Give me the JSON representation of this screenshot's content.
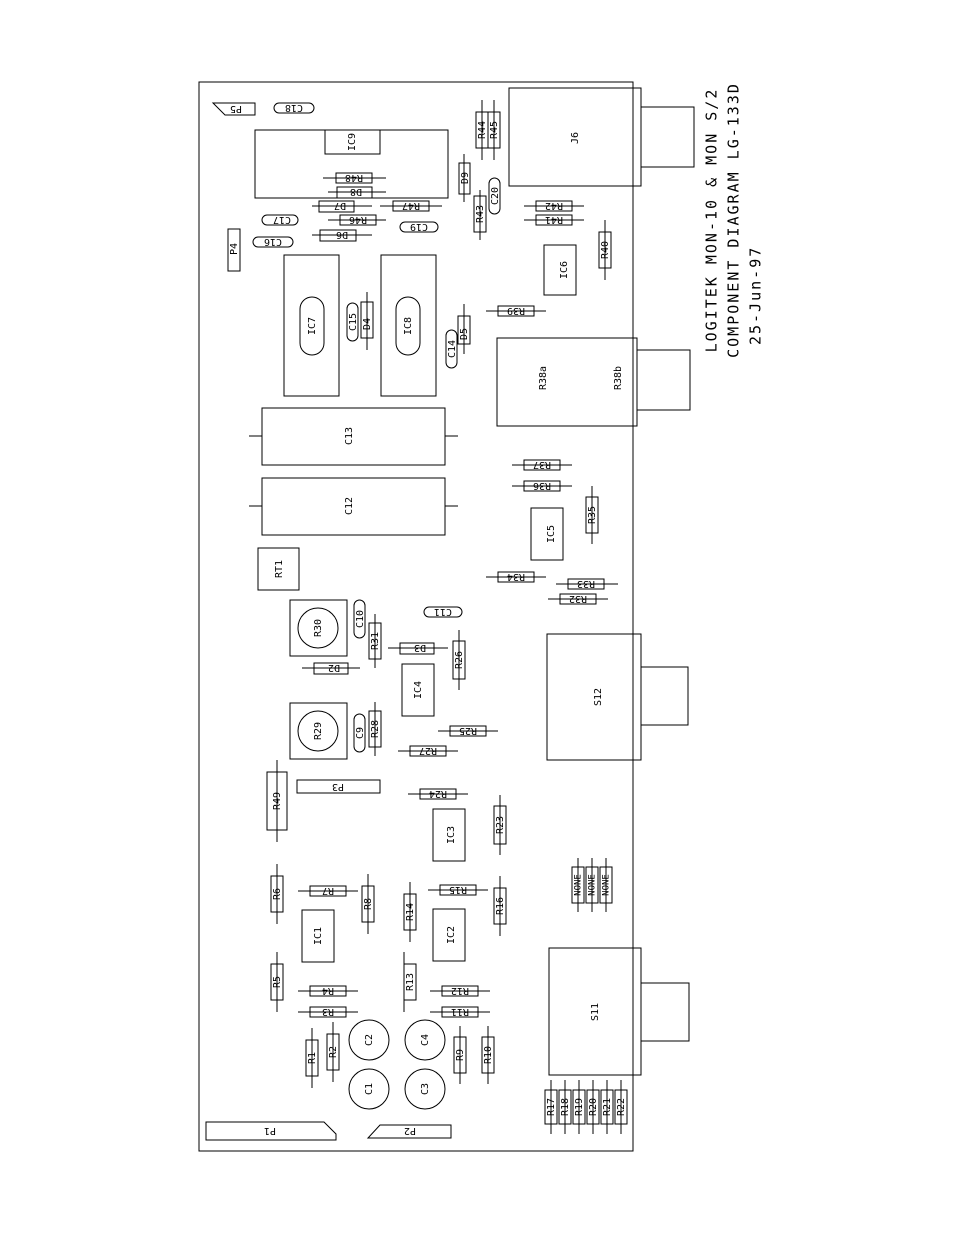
{
  "title_block": {
    "line1": "LOGITEK  MON-10 & MON S/2",
    "line2": "COMPONENT DIAGRAM  LG-133D",
    "line3": "25-Jun-97"
  },
  "colors": {
    "ink": "#000000",
    "paper": "#ffffff"
  },
  "components": {
    "P5": "P5",
    "C18": "C18",
    "IC9": "IC9",
    "R44": "R44",
    "R45": "R45",
    "J6": "J6",
    "R48": "R48",
    "D9": "D9",
    "D8": "D8",
    "C20": "C20",
    "D7": "D7",
    "R47": "R47",
    "R43": "R43",
    "R42": "R42",
    "R41": "R41",
    "C17": "C17",
    "R46": "R46",
    "C19": "C19",
    "P4": "P4",
    "C16": "C16",
    "D6": "D6",
    "IC6": "IC6",
    "R40": "R40",
    "IC7": "IC7",
    "C15": "C15",
    "D4": "D4",
    "IC8": "IC8",
    "R39": "R39",
    "D5": "D5",
    "C14": "C14",
    "R38a": "R38a",
    "R38b": "R38b",
    "C13": "C13",
    "R37": "R37",
    "R36": "R36",
    "C12": "C12",
    "R35": "R35",
    "IC5": "IC5",
    "RT1": "RT1",
    "R34": "R34",
    "R33": "R33",
    "R32": "R32",
    "C10": "C10",
    "C11": "C11",
    "R30": "R30",
    "R31": "R31",
    "D3": "D3",
    "R26": "R26",
    "D2": "D2",
    "IC4": "IC4",
    "S12": "S12",
    "R29": "R29",
    "C9": "C9",
    "R28": "R28",
    "R25": "R25",
    "R27": "R27",
    "P3": "P3",
    "R49": "R49",
    "R24": "R24",
    "IC3": "IC3",
    "R23": "R23",
    "NONE": "NONE",
    "R6": "R6",
    "R7": "R7",
    "R8": "R8",
    "R14": "R14",
    "R15": "R15",
    "R16": "R16",
    "IC1": "IC1",
    "IC2": "IC2",
    "R5": "R5",
    "R4": "R4",
    "R13": "R13",
    "R12": "R12",
    "S11": "S11",
    "R3": "R3",
    "R11": "R11",
    "C2": "C2",
    "C4": "C4",
    "R1": "R1",
    "R2": "R2",
    "R9": "R9",
    "R10": "R10",
    "C1": "C1",
    "C3": "C3",
    "R17": "R17",
    "R18": "R18",
    "R19": "R19",
    "R20": "R20",
    "R21": "R21",
    "R22": "R22",
    "P1": "P1",
    "P2": "P2"
  }
}
